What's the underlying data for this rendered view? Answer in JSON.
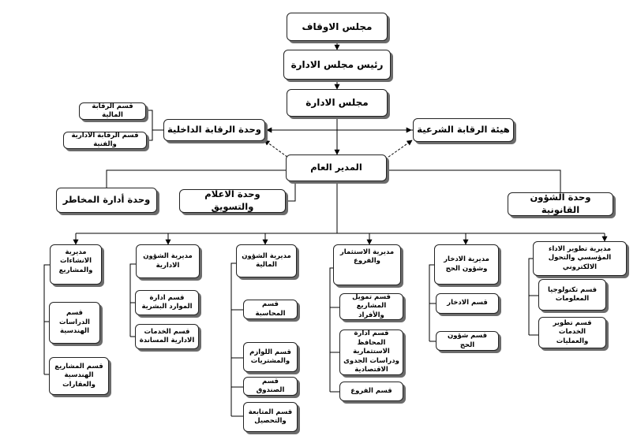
{
  "chart_data": {
    "type": "diagram",
    "nodes": {
      "council": "مجلس الاوقاف",
      "board_chair": "رئيس مجلس الادارة",
      "board": "مجلس الادارة",
      "internal_audit": "وحدة الرقابة الداخلية",
      "financial_audit": "قسم الرقابة المالية",
      "admin_tech_audit": "قسم الرقابة الادارية والفنية",
      "sharia_board": "هيئة الرقابة الشرعية",
      "gm": "المدير العام",
      "risk": "وحدة أدارة المخاطر",
      "media": "وحدة الاعلام والتسويق",
      "legal": "وحدة الشؤون القانونية",
      "dir_construction": "مديرية الانشاءات والمشاريع",
      "dir_construction_d1": "قسم الدراسات الهندسية",
      "dir_construction_d2": "قسم المشاريع الهندسية والعقارات",
      "dir_admin": "مديرية الشؤون الادارية",
      "dir_admin_d1": "قسم ادارة الموارد البشرية",
      "dir_admin_d2": "قسم الخدمات الادارية المساندة",
      "dir_finance": "مديرية الشؤون المالية",
      "dir_finance_d1": "قسم المحاسبة",
      "dir_finance_d2": "قسم اللوازم والمشتريات",
      "dir_finance_d3": "قسم الصندوق",
      "dir_finance_d4": "قسم المتابعة والتحصيل",
      "dir_invest": "مديرية الاستثمار والفروع",
      "dir_invest_d1": "قسم تمويل المشاريع والأفراد",
      "dir_invest_d2": "قسم ادارة المحافظ الاستثمارية ودراسات الجدوى الاقتصادية",
      "dir_invest_d3": "قسم الفروع",
      "dir_savings": "مديرية الادخار وشؤون الحج",
      "dir_savings_d1": "قسم الادخار",
      "dir_savings_d2": "قسم شؤون الحج",
      "dir_dev": "مديرية تطوير الاداء المؤسسي والتحول الالكتروني",
      "dir_dev_d1": "قسم تكنولوجيا المعلومات",
      "dir_dev_d2": "قسم تطوير الخدمات والعمليات"
    },
    "edges": [
      {
        "from": "council",
        "to": "board_chair",
        "style": "solid"
      },
      {
        "from": "board_chair",
        "to": "board",
        "style": "solid"
      },
      {
        "from": "board",
        "to": "gm",
        "style": "solid"
      },
      {
        "from": "board",
        "to": "internal_audit",
        "style": "solid"
      },
      {
        "from": "board",
        "to": "sharia_board",
        "style": "solid"
      },
      {
        "from": "gm",
        "to": "internal_audit",
        "style": "dashed"
      },
      {
        "from": "gm",
        "to": "sharia_board",
        "style": "dashed"
      },
      {
        "from": "internal_audit",
        "to": "financial_audit",
        "style": "solid"
      },
      {
        "from": "internal_audit",
        "to": "admin_tech_audit",
        "style": "solid"
      },
      {
        "from": "gm",
        "to": "risk",
        "style": "solid"
      },
      {
        "from": "gm",
        "to": "media",
        "style": "solid"
      },
      {
        "from": "gm",
        "to": "legal",
        "style": "solid"
      },
      {
        "from": "gm",
        "to": "dir_construction",
        "style": "solid"
      },
      {
        "from": "gm",
        "to": "dir_admin",
        "style": "solid"
      },
      {
        "from": "gm",
        "to": "dir_finance",
        "style": "solid"
      },
      {
        "from": "gm",
        "to": "dir_invest",
        "style": "solid"
      },
      {
        "from": "gm",
        "to": "dir_savings",
        "style": "solid"
      },
      {
        "from": "gm",
        "to": "dir_dev",
        "style": "solid"
      },
      {
        "from": "dir_construction",
        "to": "dir_construction_d1",
        "style": "solid"
      },
      {
        "from": "dir_construction",
        "to": "dir_construction_d2",
        "style": "solid"
      },
      {
        "from": "dir_admin",
        "to": "dir_admin_d1",
        "style": "solid"
      },
      {
        "from": "dir_admin",
        "to": "dir_admin_d2",
        "style": "solid"
      },
      {
        "from": "dir_finance",
        "to": "dir_finance_d1",
        "style": "solid"
      },
      {
        "from": "dir_finance",
        "to": "dir_finance_d2",
        "style": "solid"
      },
      {
        "from": "dir_finance",
        "to": "dir_finance_d3",
        "style": "solid"
      },
      {
        "from": "dir_finance",
        "to": "dir_finance_d4",
        "style": "solid"
      },
      {
        "from": "dir_invest",
        "to": "dir_invest_d1",
        "style": "solid"
      },
      {
        "from": "dir_invest",
        "to": "dir_invest_d2",
        "style": "solid"
      },
      {
        "from": "dir_invest",
        "to": "dir_invest_d3",
        "style": "solid"
      },
      {
        "from": "dir_savings",
        "to": "dir_savings_d1",
        "style": "solid"
      },
      {
        "from": "dir_savings",
        "to": "dir_savings_d2",
        "style": "solid"
      },
      {
        "from": "dir_dev",
        "to": "dir_dev_d1",
        "style": "solid"
      },
      {
        "from": "dir_dev",
        "to": "dir_dev_d2",
        "style": "solid"
      }
    ]
  }
}
